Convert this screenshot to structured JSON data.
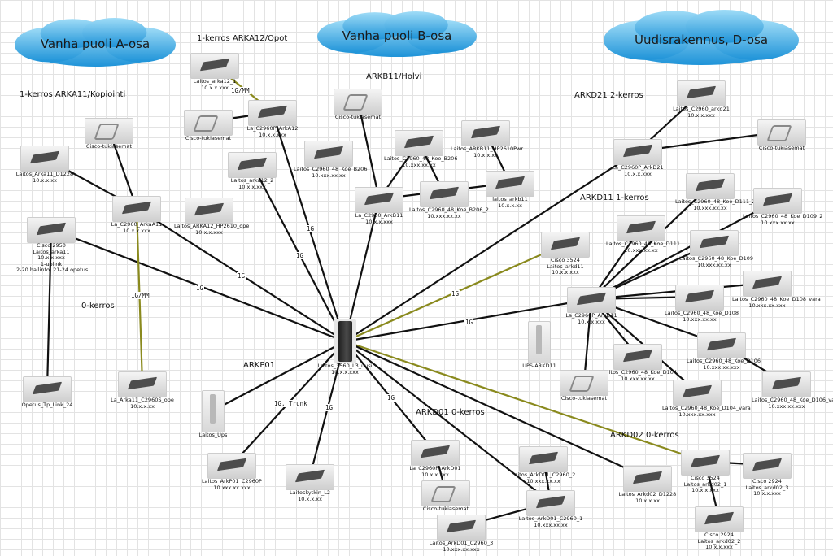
{
  "clouds": [
    {
      "label": "Vanha puoli A-osa"
    },
    {
      "label": "Vanha puoli B-osa"
    },
    {
      "label": "Uudisrakennus, D-osa"
    }
  ],
  "notes": {
    "arka12": "1-kerros ARKA12/Opot",
    "arka11": "1-kerros    ARKA11/Kopiointi",
    "arkb11": "ARKB11/Holvi",
    "arkd21": "ARKD21    2-kerros",
    "arkd11": "ARKD11    1-kerros",
    "kerros0": "0-kerros",
    "arkp01": "ARKP01",
    "arkd01": "ARKD01    0-kerros",
    "arkd02": "ARKD02    0-kerros"
  },
  "edge_labels": {
    "g1": "1G/MM",
    "g2": "1G/MM",
    "g3": "1G",
    "g4": "1G",
    "g5": "1G",
    "g6": "1G",
    "g7": "1G",
    "g8": "1G",
    "g9": "1G, Trunk",
    "g10": "1G",
    "g11": "1G"
  },
  "nodes": {
    "arka12_1": [
      "Laitos_arka12_1",
      "10.x.x.xxx"
    ],
    "c2960p_arka12": [
      "La_C2960P_ArkA12",
      "10.x.x.xxx"
    ],
    "cisco_tuki_a12": [
      "Cisco-tukiasemat"
    ],
    "arka12_2": [
      "Laitos_arka12_2",
      "10.x.x.xxx"
    ],
    "arka12_hp": [
      "Laitos_ARKA12_HP2610_ope",
      "10.x.x.xxx"
    ],
    "cisco_tuki_a11": [
      "Cisco-tukiasemat"
    ],
    "arka11_d1228": [
      "Laitos_Arka11_D1228",
      "10.x.x.xx"
    ],
    "c2960_arka11": [
      "La_C2960_ArkaA11",
      "10.x.x.xxx"
    ],
    "cisco2950": [
      "Cisco 2950",
      "Laitos_arka11",
      "10.x.x.xxx",
      "1-uplink",
      "2-20 hallinto, 21-24 opetus"
    ],
    "opetus_tp": [
      "Opetus_Tp_Link_24"
    ],
    "arka11_c2960s": [
      "La_Arka11_C2960S_ope",
      "10.x.x.xx"
    ],
    "cisco_tuki_b11": [
      "Cisco-tukiasemat"
    ],
    "koe_b206": [
      "Laitos_C2960_48_Koe_B206",
      "10.xxx.xx.xx"
    ],
    "koe_b206b": [
      "Laitos_C2960_48_Koe_B206",
      "10.xxx.xx.xx"
    ],
    "hp2610pwr": [
      "Laitos_ARKB11_HP2610Pwr",
      "10.x.x.xx"
    ],
    "koe_b206_2": [
      "Laitos_C2960_48_Koe_B206_2",
      "10.xxx.xx.xx"
    ],
    "arkb11": [
      "laitos_arkb11",
      "10.x.x.xx"
    ],
    "c2960_arkb11": [
      "La_C2960_ArkB11",
      "10.x.x.xxx"
    ],
    "arkd21": [
      "Laitos_C2960_arkd21",
      "10.x.x.xxx"
    ],
    "cisco_tuki_d21": [
      "Cisco-tukiasemat"
    ],
    "c2960p_arkd21": [
      "La_C2960P_ArkD21",
      "10.x.x.xxx"
    ],
    "koe_d111_2": [
      "Laitos_C2960_48_Koe_D111_2",
      "10.xxx.xx.xx"
    ],
    "koe_d109_2": [
      "Laitos_C2960_48_Koe_D109_2",
      "10.xxx.xx.xx"
    ],
    "koe_d111": [
      "Laitos_C2960_48_Koe_D111",
      "10.xxx.xx.xx"
    ],
    "koe_d109": [
      "Laitos_C2960_48_Koe_D109",
      "10.xxx.xx.xx"
    ],
    "cisco3524_d11": [
      "Cisco 3524",
      "Laitos_arkd11",
      "10.x.x.xxx"
    ],
    "koe_d108_vara": [
      "Laitos_C2960_48_Koe_D108_vara",
      "10.xxx.xx.xxx"
    ],
    "koe_d108": [
      "Laitos_C2960_48_Koe_D108",
      "10.xxx.xx.xx"
    ],
    "c2960p_arkd11": [
      "La_C2960P_ArkD11",
      "10.x.x.xxx"
    ],
    "ups_arkd11": [
      "UPS-ARKD11"
    ],
    "koe_d106": [
      "Laitos_C2960_48_Koe_D106",
      "10.xxx.xx.xxx"
    ],
    "koe_d104": [
      "Laitos_C2960_48_Koe_D104",
      "10.xxx.xx.xx"
    ],
    "cisco_tuki_d11": [
      "Cisco-tukiasemat"
    ],
    "koe_d104_vara": [
      "Laitos_C2960_48_Koe_D104_vara",
      "10.xxx.xx.xxx"
    ],
    "koe_d106_vara": [
      "Laitos_C2960_48_Koe_D106_vara",
      "10.xxx.xx.xxx"
    ],
    "core": [
      "Laitos_3560_L3_uusi",
      "10.x.x.xxx"
    ],
    "ups": [
      "Laitos_Ups"
    ],
    "arkp01_c2960p": [
      "Laitos_ArkP01_C2960P",
      "10.xxx.xx.xxx"
    ],
    "laitoskytkin": [
      "Laitoskytkin_L2",
      "10.x.x.xx"
    ],
    "c2960p_arkd01": [
      "La_C2960P_ArkD01",
      "10.x.x.xxx"
    ],
    "cisco_tuki_d01": [
      "Cisco-tukiasemat"
    ],
    "arkd01_c2960_2": [
      "Laitos_ArkD01_C2960_2",
      "10.xxx.xx.xx"
    ],
    "arkd01_c2960_1": [
      "Laitos_ArkD01_C2960_1",
      "10.xxx.xx.xx"
    ],
    "arkd01_c2960_3": [
      "Laitos_ArkD01_C2960_3",
      "10.xxx.xx.xxx"
    ],
    "arkd02_d1228": [
      "Laitos_Arkd02_D1228",
      "10.x.x.xx"
    ],
    "cisco3524_d02": [
      "Cisco 3524",
      "Laitos_arkd02_1",
      "10.x.x.xxx"
    ],
    "cisco2924_3": [
      "Cisco 2924",
      "Laitos_arkd02_3",
      "10.x.x.xxx"
    ],
    "cisco2924_2": [
      "Cisco 2924",
      "Laitos_arkd02_2",
      "10.x.x.xxx"
    ]
  },
  "colors": {
    "black_link": "#111111",
    "fiber_link": "#8a8a1e",
    "cloud_top": "#9fdcf7",
    "cloud_bottom": "#1e93d8"
  }
}
